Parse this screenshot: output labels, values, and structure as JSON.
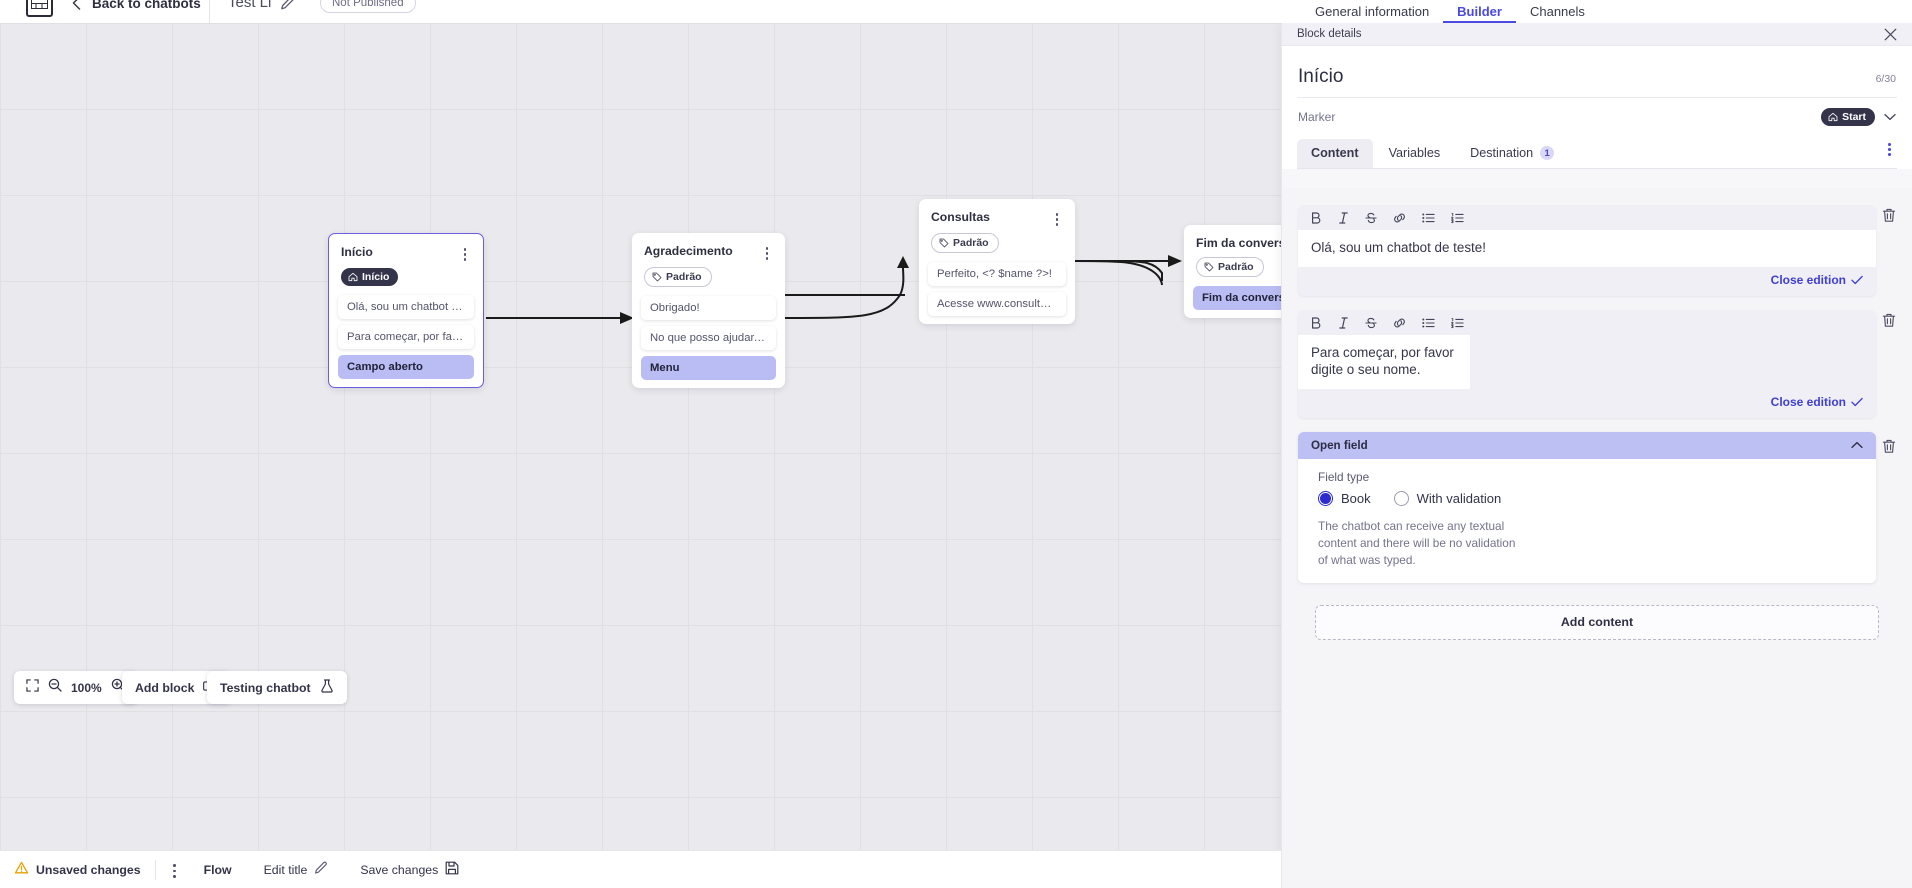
{
  "topbar": {
    "logo_icon": "app-logo-icon",
    "back_chevron_icon": "chevron-left-icon",
    "back_label": "Back to chatbots",
    "doc_title": "Test Li",
    "edit_icon": "pencil-icon",
    "publish_badge": "Not Published",
    "tabs": [
      {
        "label": "General information",
        "active": false
      },
      {
        "label": "Builder",
        "active": true
      },
      {
        "label": "Channels",
        "active": false
      }
    ]
  },
  "canvas": {
    "nodes": [
      {
        "title": "Início",
        "chip": "Início",
        "chip_icon": "home-icon",
        "chip_style": "dark",
        "selected": true,
        "rows": [
          {
            "text": "Olá, sou um chatbot de teste!",
            "highlight": false
          },
          {
            "text": "Para começar, por favor digite o ...",
            "highlight": false
          },
          {
            "text": "Campo aberto",
            "highlight": true
          }
        ]
      },
      {
        "title": "Agradecimento",
        "chip": "Padrão",
        "chip_icon": "tag-icon",
        "chip_style": "outline",
        "selected": false,
        "rows": [
          {
            "text": "Obrigado!",
            "highlight": false
          },
          {
            "text": "No que posso ajudar, <? $name ...",
            "highlight": false
          },
          {
            "text": "Menu",
            "highlight": true
          }
        ]
      },
      {
        "title": "Consultas",
        "chip": "Padrão",
        "chip_icon": "tag-icon",
        "chip_style": "outline",
        "selected": false,
        "rows": [
          {
            "text": "Perfeito, <? $name ?>!",
            "highlight": false
          },
          {
            "text": "Acesse www.consultas.com par...",
            "highlight": false
          }
        ]
      },
      {
        "title": "Fim da conversa",
        "chip": "Padrão",
        "chip_icon": "tag-icon",
        "chip_style": "outline",
        "selected": false,
        "rows": [
          {
            "text": "Fim da conversa",
            "highlight": true
          }
        ]
      }
    ],
    "toolbar": {
      "fit_icon": "fit-screen-icon",
      "zoom_out_icon": "zoom-out-icon",
      "zoom_level": "100%",
      "zoom_in_icon": "zoom-in-icon",
      "add_block_label": "Add block",
      "add_block_icon": "add-block-icon",
      "testing_label": "Testing chatbot",
      "testing_icon": "flask-icon"
    }
  },
  "statusbar": {
    "warning_icon": "warning-triangle-icon",
    "unsaved_label": "Unsaved changes",
    "kebab_icon": "more-vertical-icon",
    "flow_label": "Flow",
    "edit_title_label": "Edit title",
    "edit_title_icon": "pencil-icon",
    "save_label": "Save changes",
    "save_icon": "save-icon"
  },
  "panel": {
    "header_title": "Block details",
    "close_icon": "close-icon",
    "block_title": "Início",
    "char_count": "6/30",
    "marker_label": "Marker",
    "marker_value": "Start",
    "marker_icon": "home-icon",
    "marker_chevron_icon": "chevron-down-icon",
    "tabs": [
      {
        "label": "Content",
        "active": true,
        "badge": null
      },
      {
        "label": "Variables",
        "active": false,
        "badge": null
      },
      {
        "label": "Destination",
        "active": false,
        "badge": "1"
      }
    ],
    "tabs_kebab_icon": "more-vertical-icon",
    "editors": [
      {
        "text": "Olá, sou um chatbot de teste!",
        "close_label": "Close edition",
        "tools": [
          "bold-icon",
          "italic-icon",
          "strikethrough-icon",
          "link-icon",
          "bullet-list-icon",
          "numbered-list-icon"
        ],
        "delete_icon": "trash-icon"
      },
      {
        "text": "Para começar, por favor digite o seu nome.",
        "close_label": "Close edition",
        "tools": [
          "bold-icon",
          "italic-icon",
          "strikethrough-icon",
          "link-icon",
          "bullet-list-icon",
          "numbered-list-icon"
        ],
        "delete_icon": "trash-icon"
      }
    ],
    "open_field": {
      "header": "Open field",
      "collapse_icon": "chevron-up-icon",
      "field_type_label": "Field type",
      "options": [
        {
          "label": "Book",
          "selected": true
        },
        {
          "label": "With validation",
          "selected": false
        }
      ],
      "description": "The chatbot can receive any textual content and there will be no validation of what was typed.",
      "delete_icon": "trash-icon"
    },
    "add_content_label": "Add content"
  },
  "colors": {
    "accent": "#4a4ae0",
    "radio_on": "#2b2bd0",
    "highlight_row": "#b9bdf3",
    "open_field_header": "#bdc0f2",
    "chip_dark": "#33334a",
    "canvas_bg": "#eaeaee"
  }
}
